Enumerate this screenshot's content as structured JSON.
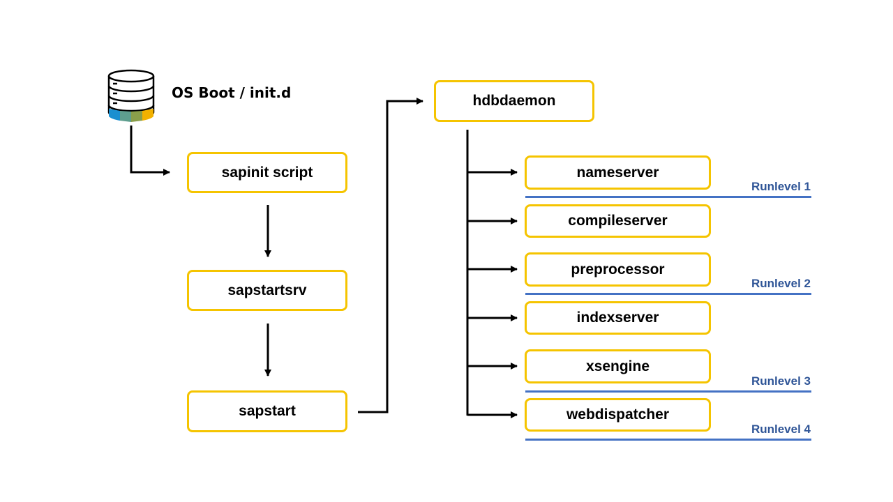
{
  "os_boot": {
    "label": "OS Boot / init.d",
    "icon": "database-icon"
  },
  "startup_chain": [
    {
      "label": "sapinit script"
    },
    {
      "label": "sapstartsrv"
    },
    {
      "label": "sapstart"
    }
  ],
  "daemon": {
    "label": "hdbdaemon"
  },
  "services": [
    {
      "label": "nameserver"
    },
    {
      "label": "compileserver"
    },
    {
      "label": "preprocessor"
    },
    {
      "label": "indexserver"
    },
    {
      "label": "xsengine"
    },
    {
      "label": "webdispatcher"
    }
  ],
  "runlevels": [
    {
      "label": "Runlevel 1"
    },
    {
      "label": "Runlevel 2"
    },
    {
      "label": "Runlevel 3"
    },
    {
      "label": "Runlevel 4"
    }
  ],
  "colors": {
    "box_border": "#F5C400",
    "arrow": "#000000",
    "runlevel_text": "#2F5597",
    "runlevel_line": "#4472C4",
    "db_stripe_1": "#1A8FD0",
    "db_stripe_2": "#5E9E8E",
    "db_stripe_3": "#8A9E4A",
    "db_stripe_4": "#F2B100"
  }
}
